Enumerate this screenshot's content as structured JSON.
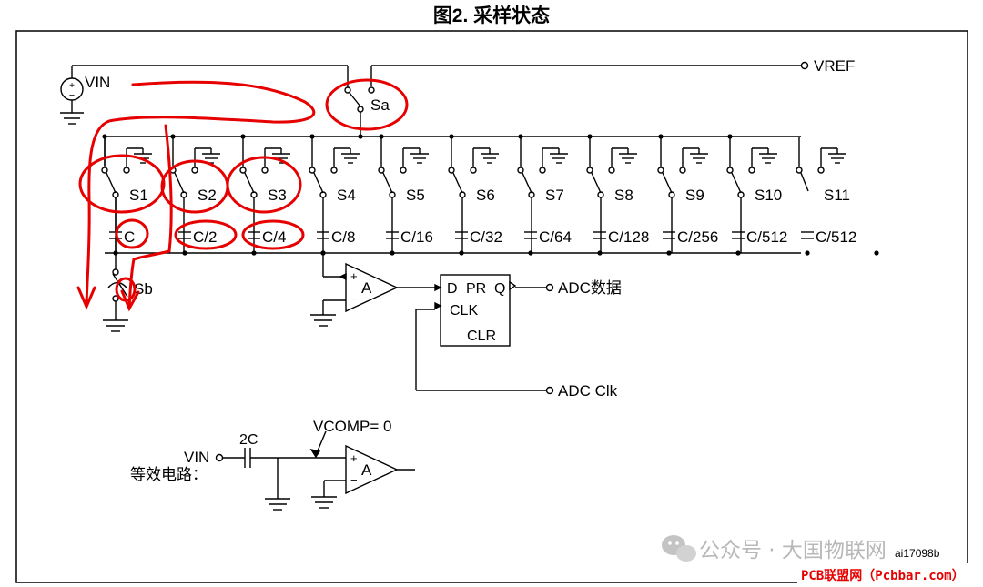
{
  "figure": {
    "title": "图2. 采样状态",
    "code": "ai17098b"
  },
  "labels": {
    "vin": "VIN",
    "vref": "VREF",
    "sa": "Sa",
    "sb": "Sb",
    "amp": "A",
    "plus": "+",
    "minus": "−",
    "dff_d": "D",
    "dff_pr": "PR",
    "dff_q": "Q",
    "dff_clk": "CLK",
    "dff_clr": "CLR",
    "adc_data": "ADC数据",
    "adc_clk": "ADC Clk",
    "equiv_vin": "VIN",
    "equiv_caption": "等效电路：",
    "equiv_cap": "2C",
    "vcomp": "VCOMP= 0"
  },
  "switches": [
    "S1",
    "S2",
    "S3",
    "S4",
    "S5",
    "S6",
    "S7",
    "S8",
    "S9",
    "S10",
    "S11"
  ],
  "capacitors": [
    "C",
    "C/2",
    "C/4",
    "C/8",
    "C/16",
    "C/32",
    "C/64",
    "C/128",
    "C/256",
    "C/512",
    "C/512"
  ],
  "watermark": {
    "text": "公众号 · 大国物联网"
  },
  "footer": {
    "text": "PCB联盟网（Pcbbar.com）"
  },
  "colors": {
    "annotation": "#e60000",
    "line": "#000000",
    "footer_bg": "#ffffff"
  }
}
